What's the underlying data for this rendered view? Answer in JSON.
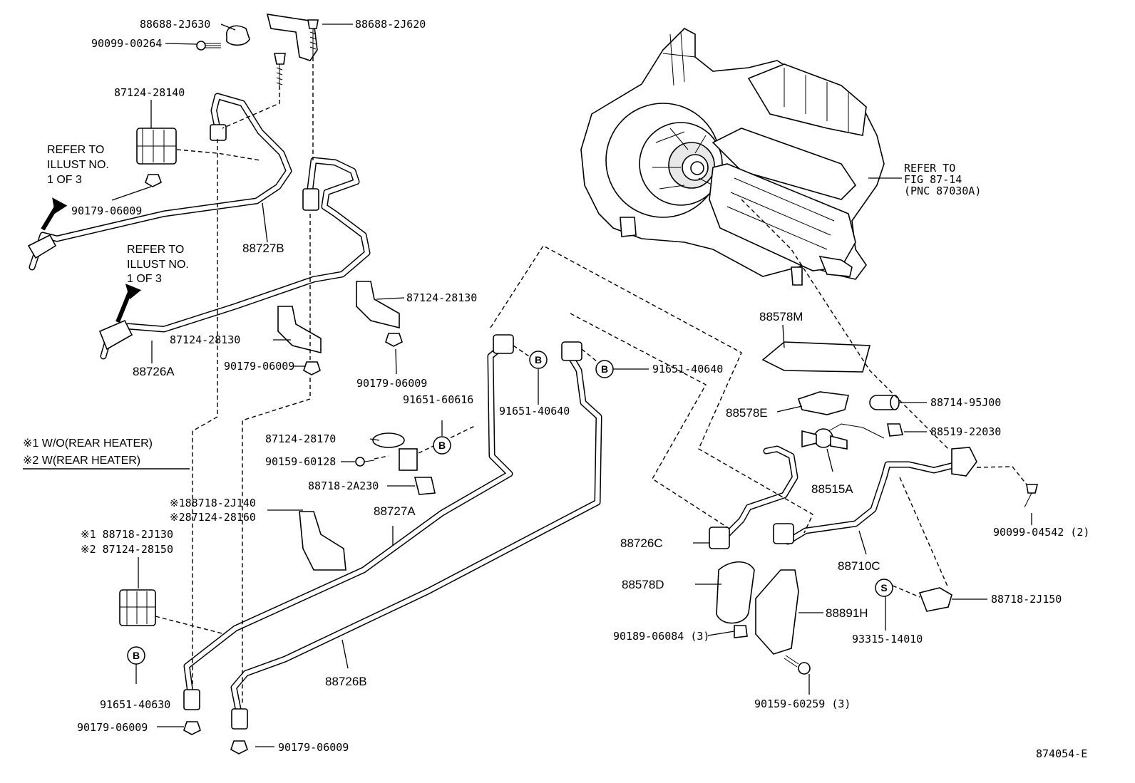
{
  "labels": {
    "p_88688_2J630": "88688-2J630",
    "p_90099_00264": "90099-00264",
    "p_88688_2J620": "88688-2J620",
    "p_87124_28140": "87124-28140",
    "p_90179_06009_a": "90179-06009",
    "p_88727B": "88727B",
    "p_88726A": "88726A",
    "p_87124_28130_a": "87124-28130",
    "p_87124_28130_b": "87124-28130",
    "p_90179_06009_b": "90179-06009",
    "p_90179_06009_c": "90179-06009",
    "p_91651_60616": "91651-60616",
    "p_91651_40640_a": "91651-40640",
    "p_91651_40640_b": "91651-40640",
    "p_87124_28170": "87124-28170",
    "p_90159_60128": "90159-60128",
    "p_88718_2A230": "88718-2A230",
    "p_88718_2J140": "※188718-2J140",
    "p_87124_28160": "※287124-28160",
    "p_88727A": "88727A",
    "p_88718_2J130": "※1 88718-2J130",
    "p_87124_28150": "※2 87124-28150",
    "p_91651_40630": "91651-40630",
    "p_90179_06009_d": "90179-06009",
    "p_90179_06009_e": "90179-06009",
    "p_88726B": "88726B",
    "p_88578M": "88578M",
    "p_88578E": "88578E",
    "p_88714_95J00": "88714-95J00",
    "p_88519_22030": "88519-22030",
    "p_88515A": "88515A",
    "p_90099_04542": "90099-04542 (2)",
    "p_88726C": "88726C",
    "p_88710C": "88710C",
    "p_88578D": "88578D",
    "p_88891H": "88891H",
    "p_88718_2J150": "88718-2J150",
    "p_90189_06084": "90189-06084 (3)",
    "p_93315_14010": "93315-14010",
    "p_90159_60259": "90159-60259 (3)",
    "diagram_id": "874054-E"
  },
  "refer_left_1": [
    "REFER TO",
    "ILLUST NO.",
    "1 OF 3"
  ],
  "refer_left_2": [
    "REFER TO",
    "ILLUST NO.",
    "1 OF 3"
  ],
  "refer_right": [
    "REFER TO",
    "FIG 87-14",
    "(PNC 87030A)"
  ],
  "legend": {
    "line1": "※1  W/O(REAR HEATER)",
    "line2": "※2  W(REAR HEATER)"
  },
  "markers": {
    "b": "B",
    "s": "S"
  }
}
